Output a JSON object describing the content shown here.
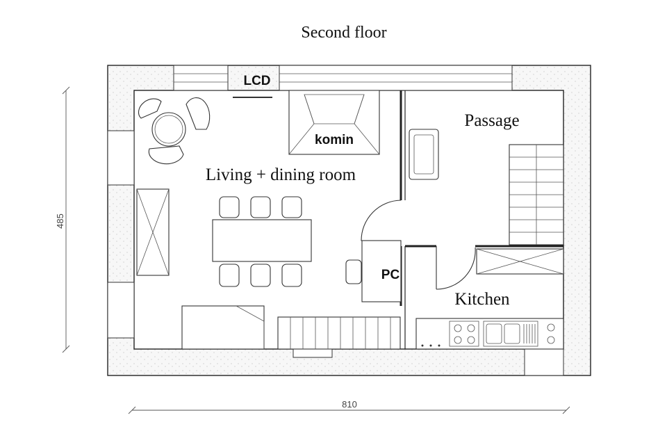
{
  "title": "Second floor",
  "labels": {
    "lcd": "LCD",
    "komin": "komin",
    "passage": "Passage",
    "living": "Living + dining room",
    "pc": "PC",
    "kitchen": "Kitchen"
  },
  "dimensions": {
    "height": "485",
    "width": "810"
  }
}
